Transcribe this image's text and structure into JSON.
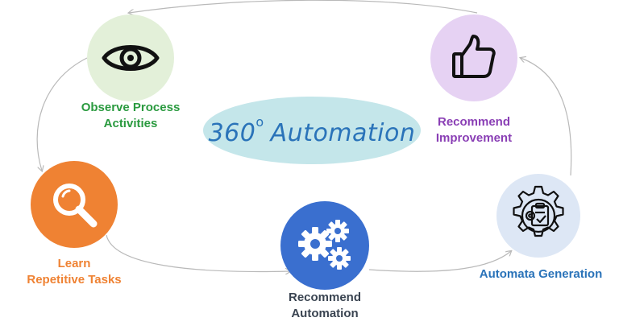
{
  "center": {
    "number": "360",
    "degree": "o",
    "title": "Automation"
  },
  "nodes": {
    "observe": {
      "icon": "eye-icon",
      "line1": "Observe Process",
      "line2": "Activities"
    },
    "learn": {
      "icon": "magnifier-icon",
      "line1": "Learn",
      "line2": "Repetitive Tasks"
    },
    "recommend_automation": {
      "icon": "gears-icon",
      "line1": "Recommend",
      "line2": "Automation"
    },
    "automata": {
      "icon": "gear-clipboard-icon",
      "line1": "Automata Generation"
    },
    "improvement": {
      "icon": "thumbs-up-icon",
      "line1": "Recommend",
      "line2": "Improvement"
    }
  },
  "colors": {
    "observe_bg": "#e3f0d9",
    "observe_text": "#2a9a3f",
    "learn_bg": "#ef8233",
    "learn_text": "#ef8233",
    "recommend_automation_bg": "#3a6fcf",
    "recommend_automation_text": "#3a4451",
    "automata_bg": "#dde7f5",
    "automata_text": "#2a73b9",
    "improvement_bg": "#e6d2f3",
    "improvement_text": "#8a3fb5",
    "center_bg": "#c4e6ea",
    "center_text": "#2a73b9",
    "arrow": "#b9b9b9"
  }
}
